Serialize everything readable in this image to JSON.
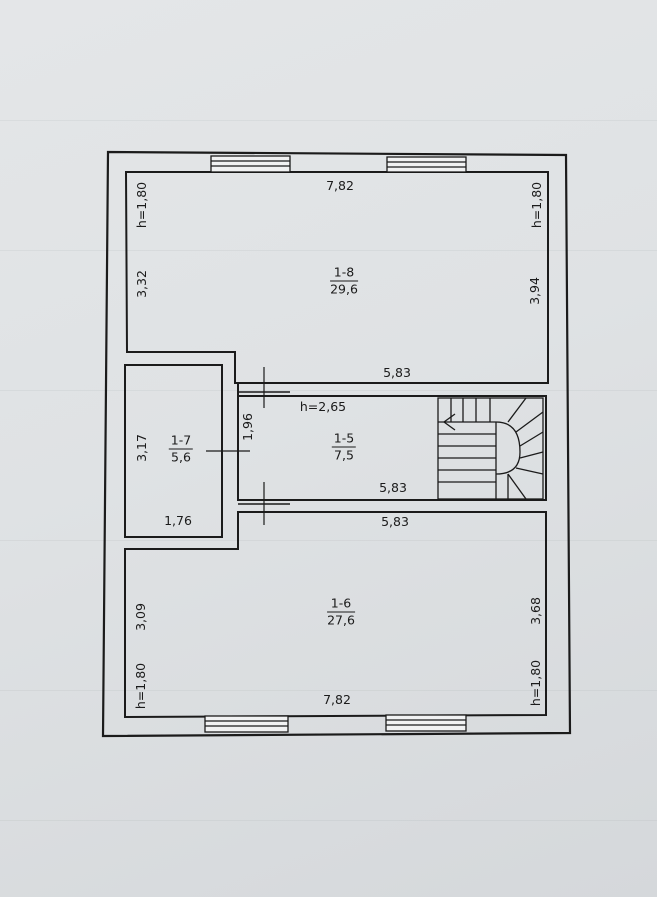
{
  "rooms": {
    "r18": {
      "number": "1-8",
      "area": "29,6"
    },
    "r17": {
      "number": "1-7",
      "area": "5,6"
    },
    "r15": {
      "number": "1-5",
      "area": "7,5"
    },
    "r16": {
      "number": "1-6",
      "area": "27,6"
    }
  },
  "dims": {
    "top_width": "7,82",
    "top_left_height": "h=1,80",
    "top_right_height": "h=1,80",
    "top_left_side": "3,32",
    "top_right_side": "3,94",
    "top_bottom": "5,83",
    "hall_height": "h=2,65",
    "hall_side": "1,96",
    "hall_bottom": "5,83",
    "closet_side": "3,17",
    "closet_bottom": "1,76",
    "bottom_top": "5,83",
    "bottom_left_side": "3,09",
    "bottom_right_side": "3,68",
    "bottom_left_height": "h=1,80",
    "bottom_right_height": "h=1,80",
    "bottom_width": "7,82"
  },
  "colors": {
    "ink": "#1b1b1b",
    "paper": "#e1e3e5"
  }
}
